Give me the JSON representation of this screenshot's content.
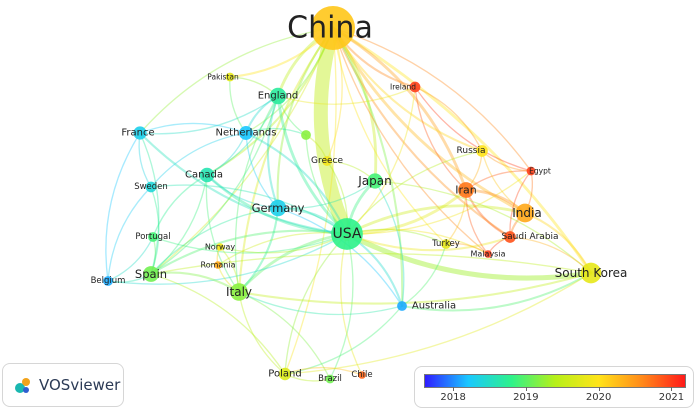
{
  "app": {
    "logo_text": "VOSviewer"
  },
  "legend": {
    "years": [
      "2018",
      "2019",
      "2020",
      "2021"
    ],
    "year_values": [
      2018,
      2019,
      2020,
      2021
    ],
    "range": [
      2017.6,
      2021.2
    ],
    "gradient": [
      "#2f1cff",
      "#1ac8ff",
      "#2ef28a",
      "#b6f019",
      "#ffe41a",
      "#ff8a1a",
      "#ff1a1a"
    ]
  },
  "network": {
    "nodes": [
      {
        "id": "china",
        "label": "China",
        "year": 2020.2,
        "weight": 100
      },
      {
        "id": "usa",
        "label": "USA",
        "year": 2018.8,
        "weight": 52
      },
      {
        "id": "ireland",
        "label": "Ireland",
        "year": 2021.0,
        "weight": 6
      },
      {
        "id": "pakistan",
        "label": "Pakistan",
        "year": 2019.8,
        "weight": 4
      },
      {
        "id": "england",
        "label": "England",
        "year": 2018.7,
        "weight": 14
      },
      {
        "id": "france",
        "label": "France",
        "year": 2018.3,
        "weight": 9
      },
      {
        "id": "netherlands",
        "label": "Netherlands",
        "year": 2018.2,
        "weight": 10
      },
      {
        "id": "unlabeled",
        "label": "",
        "year": 2019.2,
        "weight": 5
      },
      {
        "id": "russia",
        "label": "Russia",
        "year": 2020.0,
        "weight": 7
      },
      {
        "id": "egypt",
        "label": "Egypt",
        "year": 2021.0,
        "weight": 4
      },
      {
        "id": "greece",
        "label": "Greece",
        "year": 2019.9,
        "weight": 5
      },
      {
        "id": "canada",
        "label": "Canada",
        "year": 2018.6,
        "weight": 11
      },
      {
        "id": "sweden",
        "label": "Sweden",
        "year": 2018.4,
        "weight": 6
      },
      {
        "id": "japan",
        "label": "Japan",
        "year": 2018.9,
        "weight": 12
      },
      {
        "id": "iran",
        "label": "Iran",
        "year": 2020.7,
        "weight": 13
      },
      {
        "id": "germany",
        "label": "Germany",
        "year": 2018.3,
        "weight": 14
      },
      {
        "id": "india",
        "label": "India",
        "year": 2020.4,
        "weight": 18
      },
      {
        "id": "saudi",
        "label": "Saudi Arabia",
        "year": 2020.9,
        "weight": 7
      },
      {
        "id": "portugal",
        "label": "Portugal",
        "year": 2018.9,
        "weight": 5
      },
      {
        "id": "norway",
        "label": "Norway",
        "year": 2019.9,
        "weight": 3
      },
      {
        "id": "romania",
        "label": "Romania",
        "year": 2020.4,
        "weight": 3
      },
      {
        "id": "turkey",
        "label": "Turkey",
        "year": 2019.8,
        "weight": 5
      },
      {
        "id": "malaysia",
        "label": "Malaysia",
        "year": 2021.0,
        "weight": 3
      },
      {
        "id": "spain",
        "label": "Spain",
        "year": 2019.1,
        "weight": 13
      },
      {
        "id": "southkorea",
        "label": "South Korea",
        "year": 2019.8,
        "weight": 22
      },
      {
        "id": "belgium",
        "label": "Belgium",
        "year": 2018.1,
        "weight": 5
      },
      {
        "id": "italy",
        "label": "Italy",
        "year": 2019.2,
        "weight": 16
      },
      {
        "id": "australia",
        "label": "Australia",
        "year": 2018.1,
        "weight": 5
      },
      {
        "id": "poland",
        "label": "Poland",
        "year": 2019.7,
        "weight": 8
      },
      {
        "id": "brazil",
        "label": "Brazil",
        "year": 2019.1,
        "weight": 4
      },
      {
        "id": "chile",
        "label": "Chile",
        "year": 2020.8,
        "weight": 3
      }
    ],
    "links": [
      [
        "china",
        "usa",
        18
      ],
      [
        "china",
        "southkorea",
        3
      ],
      [
        "china",
        "india",
        3
      ],
      [
        "china",
        "iran",
        3
      ],
      [
        "china",
        "england",
        3
      ],
      [
        "china",
        "japan",
        3
      ],
      [
        "china",
        "ireland",
        2
      ],
      [
        "china",
        "pakistan",
        2
      ],
      [
        "china",
        "russia",
        2
      ],
      [
        "china",
        "egypt",
        1
      ],
      [
        "china",
        "saudi",
        2
      ],
      [
        "china",
        "australia",
        2
      ],
      [
        "china",
        "germany",
        2
      ],
      [
        "china",
        "canada",
        2
      ],
      [
        "china",
        "italy",
        2
      ],
      [
        "china",
        "spain",
        1
      ],
      [
        "china",
        "france",
        1
      ],
      [
        "china",
        "netherlands",
        1
      ],
      [
        "china",
        "turkey",
        1
      ],
      [
        "china",
        "greece",
        1
      ],
      [
        "china",
        "malaysia",
        1
      ],
      [
        "china",
        "poland",
        1
      ],
      [
        "usa",
        "southkorea",
        6
      ],
      [
        "usa",
        "england",
        3
      ],
      [
        "usa",
        "germany",
        3
      ],
      [
        "usa",
        "canada",
        3
      ],
      [
        "usa",
        "italy",
        3
      ],
      [
        "usa",
        "japan",
        3
      ],
      [
        "usa",
        "iran",
        3
      ],
      [
        "usa",
        "india",
        3
      ],
      [
        "usa",
        "spain",
        2
      ],
      [
        "usa",
        "france",
        2
      ],
      [
        "usa",
        "netherlands",
        2
      ],
      [
        "usa",
        "australia",
        2
      ],
      [
        "usa",
        "saudi",
        2
      ],
      [
        "usa",
        "turkey",
        1
      ],
      [
        "usa",
        "poland",
        1
      ],
      [
        "usa",
        "brazil",
        1
      ],
      [
        "usa",
        "chile",
        1
      ],
      [
        "usa",
        "portugal",
        1
      ],
      [
        "usa",
        "sweden",
        1
      ],
      [
        "usa",
        "belgium",
        1
      ],
      [
        "usa",
        "greece",
        1
      ],
      [
        "usa",
        "russia",
        1
      ],
      [
        "usa",
        "ireland",
        1
      ],
      [
        "usa",
        "norway",
        1
      ],
      [
        "usa",
        "romania",
        1
      ],
      [
        "usa",
        "malaysia",
        1
      ],
      [
        "usa",
        "egypt",
        1
      ],
      [
        "iran",
        "india",
        3
      ],
      [
        "iran",
        "saudi",
        2
      ],
      [
        "iran",
        "egypt",
        1
      ],
      [
        "iran",
        "russia",
        1
      ],
      [
        "iran",
        "turkey",
        1
      ],
      [
        "iran",
        "malaysia",
        1
      ],
      [
        "iran",
        "ireland",
        1
      ],
      [
        "india",
        "saudi",
        2
      ],
      [
        "india",
        "southkorea",
        2
      ],
      [
        "india",
        "egypt",
        1
      ],
      [
        "india",
        "russia",
        1
      ],
      [
        "england",
        "netherlands",
        2
      ],
      [
        "england",
        "france",
        1
      ],
      [
        "england",
        "germany",
        2
      ],
      [
        "england",
        "canada",
        1
      ],
      [
        "england",
        "italy",
        1
      ],
      [
        "england",
        "spain",
        1
      ],
      [
        "france",
        "belgium",
        1
      ],
      [
        "france",
        "spain",
        1
      ],
      [
        "france",
        "sweden",
        1
      ],
      [
        "france",
        "netherlands",
        1
      ],
      [
        "netherlands",
        "germany",
        1
      ],
      [
        "netherlands",
        "canada",
        1
      ],
      [
        "netherlands",
        "sweden",
        1
      ],
      [
        "germany",
        "italy",
        2
      ],
      [
        "germany",
        "spain",
        1
      ],
      [
        "germany",
        "canada",
        1
      ],
      [
        "germany",
        "japan",
        1
      ],
      [
        "germany",
        "australia",
        1
      ],
      [
        "canada",
        "portugal",
        1
      ],
      [
        "canada",
        "spain",
        1
      ],
      [
        "canada",
        "italy",
        1
      ],
      [
        "spain",
        "italy",
        2
      ],
      [
        "spain",
        "portugal",
        1
      ],
      [
        "spain",
        "belgium",
        1
      ],
      [
        "spain",
        "sweden",
        1
      ],
      [
        "spain",
        "poland",
        1
      ],
      [
        "italy",
        "poland",
        1
      ],
      [
        "italy",
        "brazil",
        1
      ],
      [
        "italy",
        "norway",
        1
      ],
      [
        "italy",
        "romania",
        1
      ],
      [
        "italy",
        "australia",
        1
      ],
      [
        "southkorea",
        "australia",
        2
      ],
      [
        "southkorea",
        "japan",
        1
      ],
      [
        "southkorea",
        "italy",
        2
      ],
      [
        "southkorea",
        "spain",
        1
      ],
      [
        "southkorea",
        "poland",
        1
      ],
      [
        "southkorea",
        "saudi",
        1
      ],
      [
        "japan",
        "australia",
        1
      ],
      [
        "japan",
        "greece",
        1
      ],
      [
        "australia",
        "poland",
        1
      ],
      [
        "australia",
        "turkey",
        1
      ],
      [
        "unlabeled",
        "england",
        1
      ],
      [
        "unlabeled",
        "usa",
        1
      ],
      [
        "unlabeled",
        "greece",
        1
      ],
      [
        "unlabeled",
        "netherlands",
        1
      ],
      [
        "ireland",
        "england",
        1
      ],
      [
        "ireland",
        "egypt",
        1
      ],
      [
        "ireland",
        "russia",
        1
      ],
      [
        "pakistan",
        "netherlands",
        1
      ],
      [
        "pakistan",
        "england",
        1
      ],
      [
        "russia",
        "egypt",
        1
      ],
      [
        "saudi",
        "egypt",
        1
      ],
      [
        "saudi",
        "malaysia",
        1
      ],
      [
        "turkey",
        "malaysia",
        1
      ],
      [
        "chile",
        "poland",
        1
      ],
      [
        "brazil",
        "poland",
        1
      ],
      [
        "sweden",
        "belgium",
        1
      ],
      [
        "portugal",
        "belgium",
        1
      ],
      [
        "norway",
        "romania",
        1
      ]
    ]
  }
}
